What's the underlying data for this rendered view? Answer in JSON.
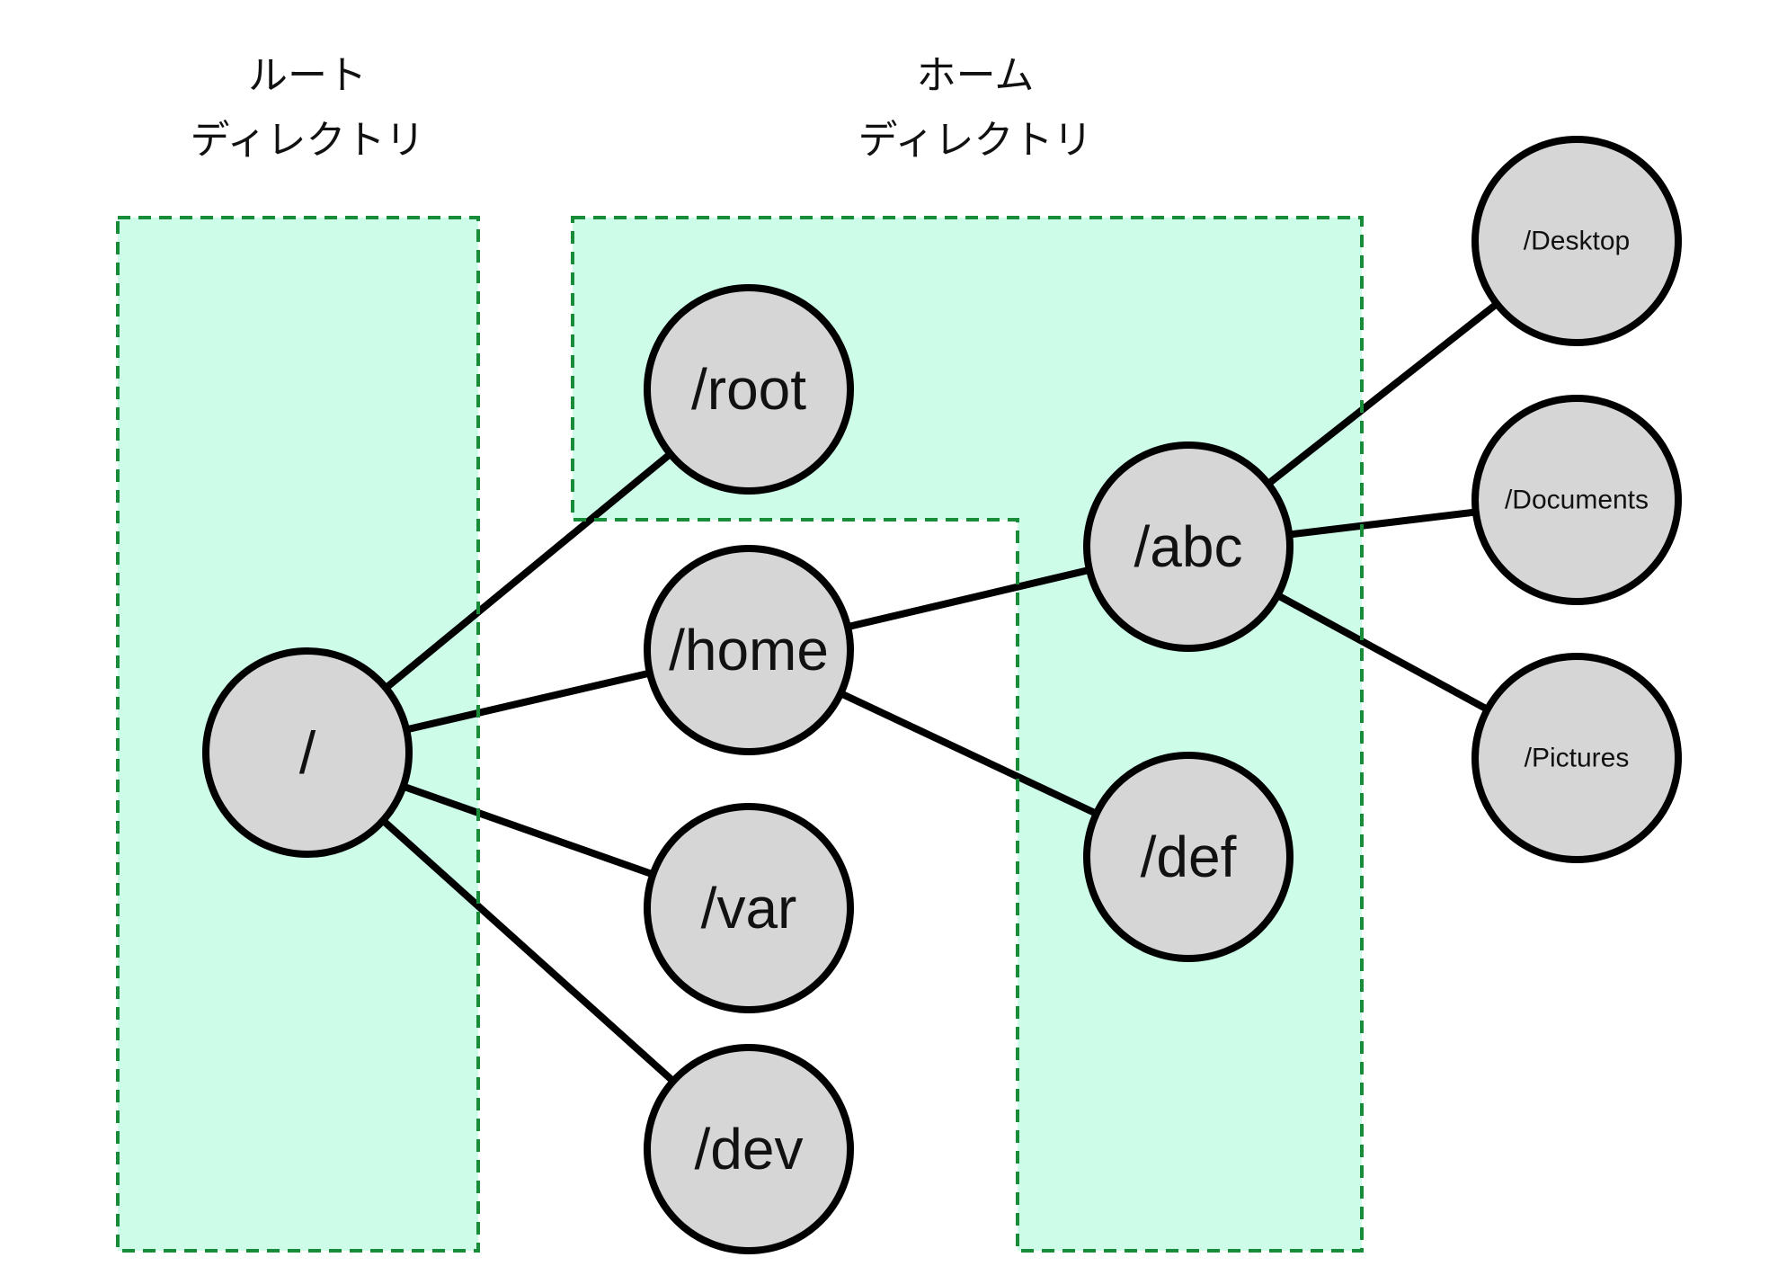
{
  "regions": {
    "root": {
      "title_line1": "ルート",
      "title_line2": "ディレクトリ"
    },
    "home": {
      "title_line1": "ホーム",
      "title_line2": "ディレクトリ"
    }
  },
  "nodes": {
    "root_dir": "/",
    "root_home": "/root",
    "home": "/home",
    "var": "/var",
    "dev": "/dev",
    "abc": "/abc",
    "def": "/def",
    "desktop": "/Desktop",
    "documents": "/Documents",
    "pictures": "/Pictures"
  },
  "edges": [
    [
      "root_dir",
      "root_home"
    ],
    [
      "root_dir",
      "home"
    ],
    [
      "root_dir",
      "var"
    ],
    [
      "root_dir",
      "dev"
    ],
    [
      "home",
      "abc"
    ],
    [
      "home",
      "def"
    ],
    [
      "abc",
      "desktop"
    ],
    [
      "abc",
      "documents"
    ],
    [
      "abc",
      "pictures"
    ]
  ],
  "colors": {
    "region_fill": "#cdfde9",
    "region_border": "#198c3a",
    "node_fill": "#d6d6d6",
    "line": "#000000"
  }
}
